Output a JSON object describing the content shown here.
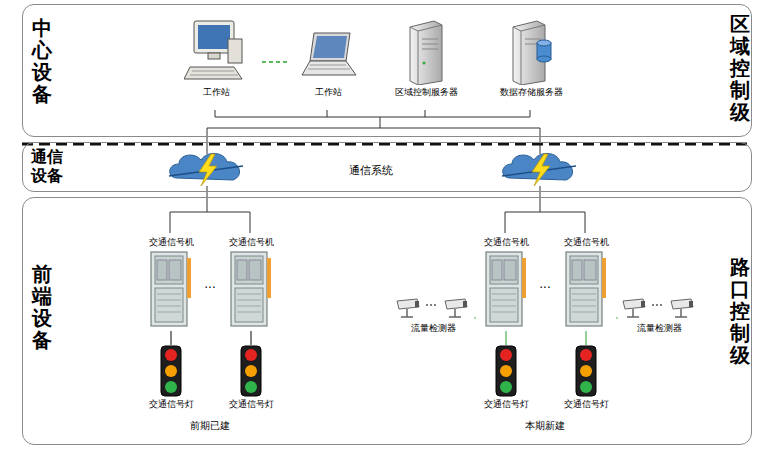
{
  "diagram": {
    "nodes": [
      {
        "text": [
          "中心设备",
          "区域控制级"
        ]
      },
      {
        "text": [
          "工作站"
        ],
        "in": 0
      },
      {
        "text": [
          "工作站"
        ],
        "in": 0
      },
      {
        "text": [
          "区域控制服务器"
        ],
        "in": 0
      },
      {
        "text": [
          "数据存储服务器"
        ],
        "in": 0
      },
      {
        "text": [
          "通信设备",
          "通信系统"
        ]
      },
      {
        "text": [
          "前端设备",
          "路口控制级"
        ]
      },
      {
        "text": [
          "交通信号机"
        ],
        "in": 6
      },
      {
        "text": [
          "交通信号机"
        ],
        "in": 6
      },
      {
        "text": [
          "流量检测器"
        ],
        "in": 6
      },
      {
        "text": [
          "交通信号机"
        ],
        "in": 6
      },
      {
        "text": [
          "交通信号机"
        ],
        "in": 6
      },
      {
        "text": [
          "流量检测器"
        ],
        "in": 6
      },
      {
        "text": [
          "交通信号灯"
        ],
        "in": 6
      },
      {
        "text": [
          "交通信号灯"
        ],
        "in": 6
      },
      {
        "text": [
          "交通信号灯"
        ],
        "in": 6
      },
      {
        "text": [
          "交通信号灯"
        ],
        "in": 6
      }
    ],
    "edges": [
      {
        "from": 7,
        "to": 13,
        "arrow": "none"
      },
      {
        "from": 8,
        "to": 14,
        "arrow": "none"
      },
      {
        "from": 10,
        "to": 15,
        "arrow": "none"
      },
      {
        "from": 11,
        "to": 16,
        "arrow": "none"
      },
      {
        "from": 9,
        "to": 10,
        "arrow": "none"
      },
      {
        "from": 12,
        "to": 11,
        "arrow": "none"
      }
    ],
    "labels": [
      "...",
      "...",
      "前期已建",
      "本期新建"
    ]
  }
}
